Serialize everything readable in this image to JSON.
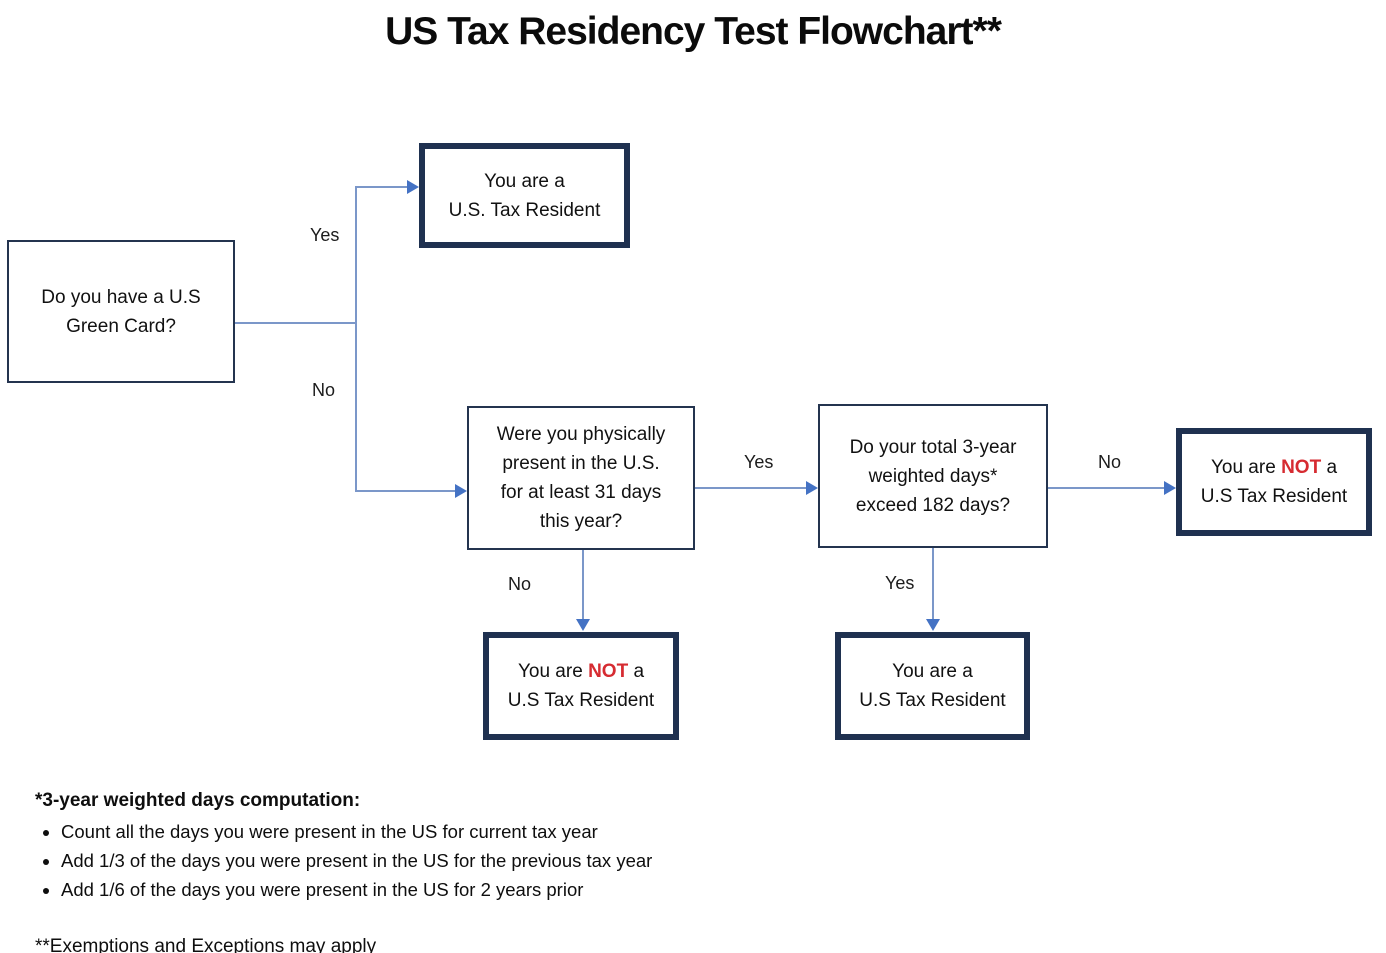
{
  "title": "US Tax Residency Test Flowchart**",
  "colors": {
    "thick_box_border": "#1f3150",
    "thin_box_border": "#24344f",
    "connector_line": "#7b97c9",
    "arrowhead": "#4472c4",
    "not_highlight": "#d62b31"
  },
  "nodes": {
    "green_card": {
      "lines": [
        "Do you have a U.S",
        "Green Card?"
      ]
    },
    "resident_top": {
      "lines": [
        "You are a",
        "U.S. Tax Resident"
      ]
    },
    "physical_presence": {
      "lines": [
        "Were you physically",
        "present in the U.S.",
        "for at least 31 days",
        "this year?"
      ]
    },
    "weighted_days": {
      "lines": [
        "Do your total 3-year",
        "weighted days*",
        "exceed 182 days?"
      ]
    },
    "not_resident_right": {
      "pre": "You are ",
      "highlight": "NOT",
      "post": " a",
      "line2": "U.S Tax Resident"
    },
    "not_resident_bottom": {
      "pre": "You are ",
      "highlight": "NOT",
      "post": " a",
      "line2": "U.S Tax Resident"
    },
    "resident_bottom": {
      "lines": [
        "You are a",
        "U.S Tax Resident"
      ]
    }
  },
  "edges": {
    "green_card_yes": "Yes",
    "green_card_no": "No",
    "presence_yes": "Yes",
    "presence_no": "No",
    "weighted_no": "No",
    "weighted_yes": "Yes"
  },
  "footnotes": {
    "computation_title": "*3-year weighted days computation:",
    "bullets": [
      "Count all the days you were present in the US for current tax year",
      "Add 1/3 of the days you were present in the US for the previous tax year",
      "Add 1/6 of the days you were present in the US for 2 years prior"
    ],
    "exemptions": "**Exemptions and Exceptions may apply"
  }
}
